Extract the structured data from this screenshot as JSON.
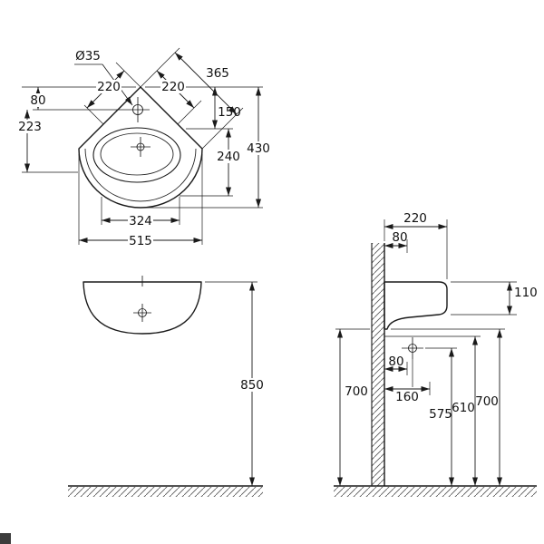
{
  "page": {
    "background": "#ffffff",
    "ink": "#1a1a1a"
  },
  "plan_view": {
    "label": "corner washbasin plan view",
    "dims": {
      "faucet_hole_diameter": "Ø35",
      "edge_left_220": "220",
      "edge_right_220": "220",
      "edge_full_365": "365",
      "front_offset_150": "150",
      "faucet_offset_80": "80",
      "drain_depth_223": "223",
      "total_depth_430": "430",
      "bowl_depth_240": "240",
      "bowl_width_324": "324",
      "overall_width_515": "515"
    }
  },
  "front_view": {
    "label": "washbasin front view",
    "dims": {
      "rim_height_850": "850"
    }
  },
  "side_view": {
    "label": "washbasin side view with wall section",
    "dims": {
      "overall_depth_220": "220",
      "wall_offset_80": "80",
      "front_height_110": "110",
      "mount_height_700": "700",
      "supply_offset_80": "80",
      "drain_offset_160": "160",
      "drain_height_575": "575",
      "trap_height_610": "610",
      "supply_height_700": "700"
    }
  }
}
